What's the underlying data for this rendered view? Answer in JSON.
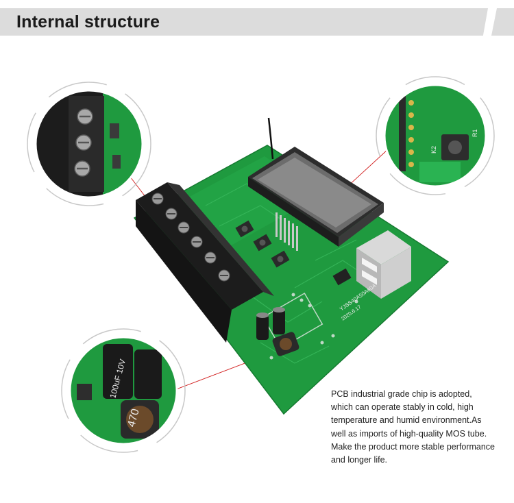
{
  "header": {
    "title": "Internal structure"
  },
  "board": {
    "silkscreen_model": "YJSS40A50A60A",
    "silkscreen_date": "2020.6.17",
    "inductor_marking": "470",
    "capacitor_marking": "100uF 10V",
    "button_marking": "K2",
    "resistor_marking": "R1"
  },
  "description": {
    "lines": [
      "PCB industrial grade chip is adopted,",
      "which can operate stably in cold, high",
      "temperature and humid environment.As",
      "well as imports of high-quality MOS tube.",
      "Make the product more stable performance",
      "and longer life."
    ]
  },
  "colors": {
    "pcb_green": "#1f9a3f",
    "header_band": "#dcdcdc",
    "leader_line": "#d21f1f",
    "terminal_block": "#262626"
  }
}
